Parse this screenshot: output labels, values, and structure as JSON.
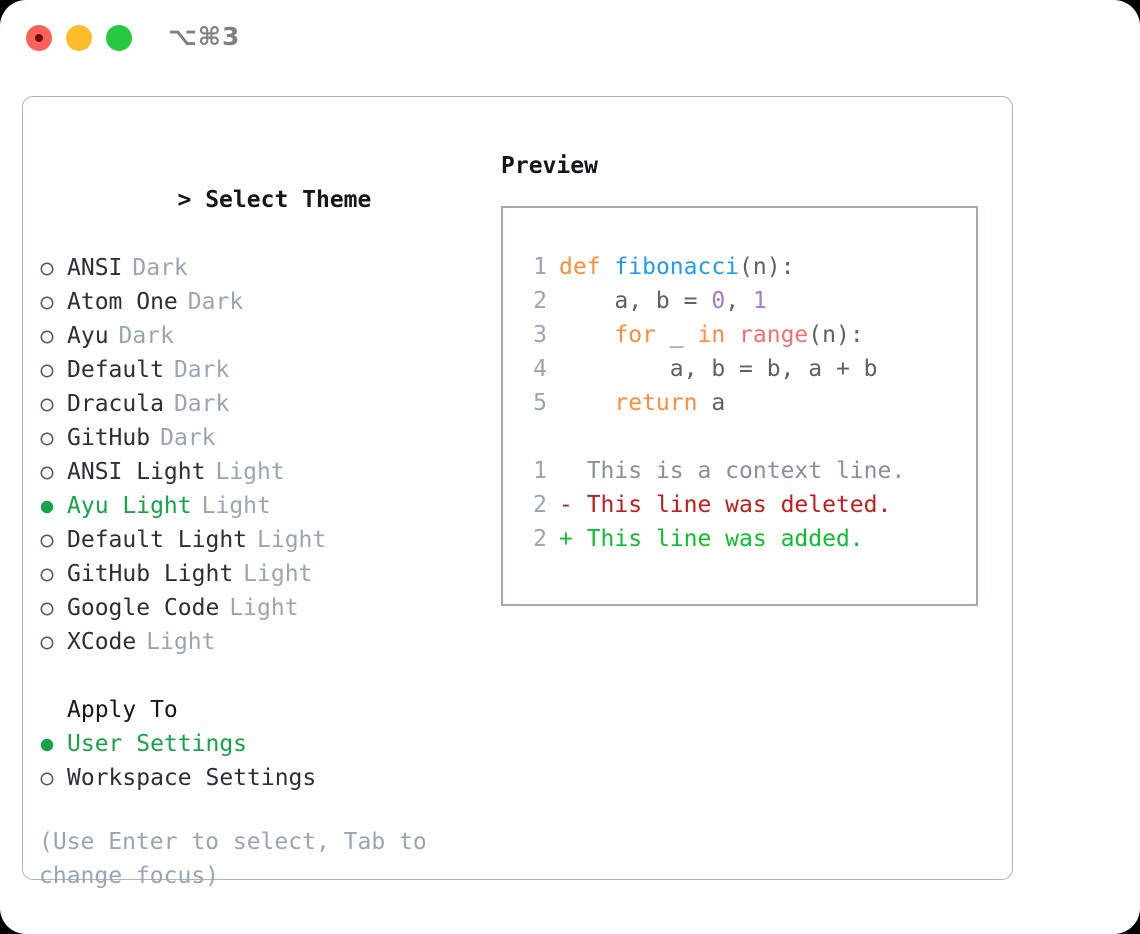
{
  "titlebar": {
    "shortcut": "⌥⌘3",
    "lights": [
      "close-red",
      "minimize-yellow",
      "maximize-green"
    ]
  },
  "theme_picker": {
    "header": "> Select Theme",
    "header_caret": ">",
    "header_text": "Select Theme",
    "bullet_selected": "●",
    "bullet_unselected": "○",
    "items": [
      {
        "label": "ANSI",
        "suffix": "Dark",
        "selected": false
      },
      {
        "label": "Atom One",
        "suffix": "Dark",
        "selected": false
      },
      {
        "label": "Ayu",
        "suffix": "Dark",
        "selected": false
      },
      {
        "label": "Default",
        "suffix": "Dark",
        "selected": false
      },
      {
        "label": "Dracula",
        "suffix": "Dark",
        "selected": false
      },
      {
        "label": "GitHub",
        "suffix": "Dark",
        "selected": false
      },
      {
        "label": "ANSI Light",
        "suffix": "Light",
        "selected": false
      },
      {
        "label": "Ayu Light",
        "suffix": "Light",
        "selected": true
      },
      {
        "label": "Default Light",
        "suffix": "Light",
        "selected": false
      },
      {
        "label": "GitHub Light",
        "suffix": "Light",
        "selected": false
      },
      {
        "label": "Google Code",
        "suffix": "Light",
        "selected": false
      },
      {
        "label": "XCode",
        "suffix": "Light",
        "selected": false
      }
    ]
  },
  "apply_to": {
    "header": "Apply To",
    "items": [
      {
        "label": "User Settings",
        "selected": true
      },
      {
        "label": "Workspace Settings",
        "selected": false
      }
    ]
  },
  "hint": "(Use Enter to select, Tab to change focus)",
  "preview": {
    "title": "Preview",
    "code_lines": [
      {
        "no": "1",
        "tokens": [
          {
            "t": "def",
            "c": "kw"
          },
          {
            "t": " ",
            "c": "pln"
          },
          {
            "t": "fibonacci",
            "c": "fn"
          },
          {
            "t": "(n):",
            "c": "pln"
          }
        ]
      },
      {
        "no": "2",
        "tokens": [
          {
            "t": "    a, b = ",
            "c": "pln"
          },
          {
            "t": "0",
            "c": "num"
          },
          {
            "t": ", ",
            "c": "pln"
          },
          {
            "t": "1",
            "c": "num"
          }
        ]
      },
      {
        "no": "3",
        "tokens": [
          {
            "t": "    ",
            "c": "pln"
          },
          {
            "t": "for",
            "c": "kw"
          },
          {
            "t": " _ ",
            "c": "pln"
          },
          {
            "t": "in",
            "c": "kw"
          },
          {
            "t": " ",
            "c": "pln"
          },
          {
            "t": "range",
            "c": "call"
          },
          {
            "t": "(n):",
            "c": "pln"
          }
        ]
      },
      {
        "no": "4",
        "tokens": [
          {
            "t": "        a, b = b, a + b",
            "c": "pln"
          }
        ]
      },
      {
        "no": "5",
        "tokens": [
          {
            "t": "    ",
            "c": "pln"
          },
          {
            "t": "return",
            "c": "kw"
          },
          {
            "t": " a",
            "c": "pln"
          }
        ]
      }
    ],
    "diff_lines": [
      {
        "no": "1",
        "marker": " ",
        "text": " This is a context line.",
        "kind": "diff-ctx"
      },
      {
        "no": "2",
        "marker": "-",
        "text": " This line was deleted.",
        "kind": "diff-del"
      },
      {
        "no": "2",
        "marker": "+",
        "text": " This line was added.",
        "kind": "diff-add"
      }
    ]
  },
  "colors": {
    "keyword": "#fa8d3e",
    "function": "#1f9cf0",
    "number": "#a37acc",
    "call": "#f07171",
    "plain": "#5c6166",
    "line_number": "#9aa5b4",
    "diff_context": "#8a9099",
    "diff_deleted": "#c21b1b",
    "diff_added": "#0dbf2f",
    "selected_green": "#16a34a",
    "muted": "#9aa5b4",
    "border": "#9fabbb"
  }
}
